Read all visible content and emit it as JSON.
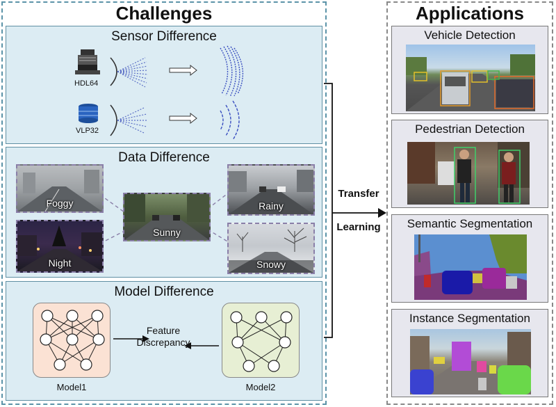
{
  "challenges": {
    "title": "Challenges",
    "sensor": {
      "title": "Sensor Difference",
      "sensor1": "HDL64",
      "sensor2": "VLP32"
    },
    "data": {
      "title": "Data Difference",
      "foggy": "Foggy",
      "night": "Night",
      "sunny": "Sunny",
      "rainy": "Rainy",
      "snowy": "Snowy"
    },
    "model": {
      "title": "Model Difference",
      "model1": "Model1",
      "model2": "Model2",
      "discrepancy_line1": "Feature",
      "discrepancy_line2": "Discrepancy"
    }
  },
  "transfer": {
    "line1": "Transfer",
    "line2": "Learning"
  },
  "applications": {
    "title": "Applications",
    "items": [
      {
        "label": "Vehicle Detection"
      },
      {
        "label": "Pedestrian Detection"
      },
      {
        "label": "Semantic Segmentation"
      },
      {
        "label": "Instance Segmentation"
      }
    ]
  }
}
